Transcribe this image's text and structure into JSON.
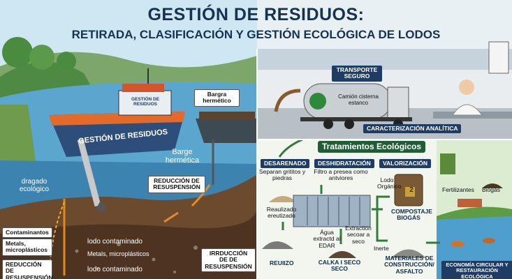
{
  "title": "GESTIÓN DE RESIDUOS:",
  "subtitle": "RETIRADA, CLASIFICACIÓN Y GESTIÓN ECOLÓGICA DE LODOS",
  "left": {
    "barge_label_top": "Bargra hermético",
    "barge_label_mid": "Barge hermética",
    "boat_cabin": "GESTIÓN DE RESIDUOS",
    "boat_hull": "GESTIÓN DE RESIDUOS",
    "dredging": "dragado ecológico",
    "reduction_right": "REDUCCIÓN DE RESUSPENSIÓN",
    "contaminants": "Contaminantos",
    "metals_left": "Metals, microplásticos",
    "reduction_left": "REDUCCIÓN DE RESUSPENSIÓN",
    "sludge_top": "lodo contaminado",
    "metals_mid": "Metals, microplásticos",
    "sludge_bottom": "lodo contaminado",
    "reduction_bottom": "IRRDUCCIÓN DE DE RESUSPENSIÓN"
  },
  "top_right": {
    "transport": "TRANSPORTE SEGURO",
    "tanker": "Camión cisterna estanco",
    "characterization": "CARACTERIZACIÓN ANALÍTICA"
  },
  "treatments": {
    "header": "Tratamientos Ecológicos",
    "sanding": "DESARENADO",
    "sanding_desc": "Separan grititos y piedras",
    "sanding_result": "Reaulizado ereutizado",
    "reuse": "REUIIZO",
    "dewatering": "DESHIDRATACIÓN",
    "dewatering_desc": "Filtro a presea como antviores",
    "water": "Água extractd al EDAR",
    "extraction": "Extraction secoar a seco",
    "dry_cake": "CALKA I SECO SECO",
    "valorization": "VALORIZACIÓN",
    "organic": "Lodo Orgánico",
    "compost": "COMPOSTAJE BIOGÁS",
    "inert": "Inerte",
    "materials": "MATERIALES DE CONSTRUCCIÓN/ ASFALTO",
    "fertilizers": "Fertilizantes",
    "biogas": "Biogás",
    "circular": "ECONOMÍA CIRCULAR Y RESTAURACIÓN ECOLÓGICA",
    "digit": "2"
  }
}
